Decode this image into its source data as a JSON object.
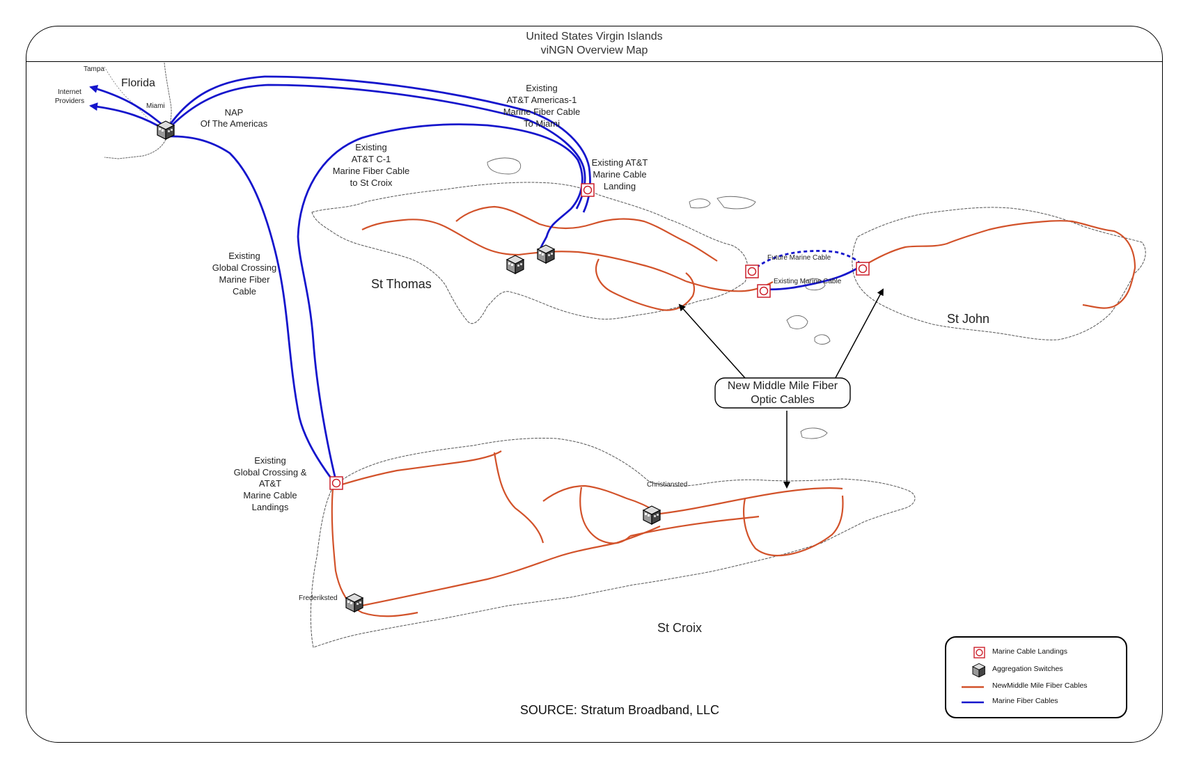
{
  "header": {
    "title_line1": "United States Virgin Islands",
    "title_line2": "viNGN  Overview Map"
  },
  "places": {
    "tampa": "Tampa",
    "florida": "Florida",
    "miami": "Miami",
    "internet_providers": [
      "Internet",
      "Providers"
    ],
    "nap": [
      "NAP",
      "Of The Americas"
    ],
    "st_thomas": "St Thomas",
    "st_john": "St John",
    "st_croix": "St Croix",
    "christiansted": "Christiansted",
    "frederiksted": "Frederiksted"
  },
  "annotations": {
    "att_americas": [
      "Existing",
      "AT&T Americas-1",
      "Marine Fiber Cable",
      "To Miami"
    ],
    "att_c1": [
      "Existing",
      "AT&T C-1",
      "Marine Fiber Cable",
      "to St Croix"
    ],
    "att_landing": [
      "Existing AT&T",
      "Marine Cable",
      "Landing"
    ],
    "global_crossing": [
      "Existing",
      "Global  Crossing",
      "Marine Fiber",
      "Cable"
    ],
    "gc_landings": [
      "Existing",
      "Global Crossing &",
      "AT&T",
      "Marine Cable",
      "Landings"
    ],
    "future_cable": "Future Marine Cable",
    "existing_cable": "Existing Marine Cable",
    "callout": [
      "New Middle Mile Fiber",
      "Optic Cables"
    ]
  },
  "legend": {
    "items": [
      {
        "label": "Marine Cable Landings",
        "symbol": "landing-icon"
      },
      {
        "label": "Aggregation Switches",
        "symbol": "switch-icon"
      },
      {
        "label": "NewMiddle Mile Fiber Cables",
        "symbol": "orange-line",
        "color": "#D2522A"
      },
      {
        "label": "Marine Fiber Cables",
        "symbol": "blue-line",
        "color": "#1515CC"
      }
    ]
  },
  "source": "SOURCE: Stratum Broadband, LLC",
  "colors": {
    "fiber": "#D2522A",
    "marine": "#1515CC",
    "landing": "#CC1F2A",
    "coast": "#555555"
  }
}
